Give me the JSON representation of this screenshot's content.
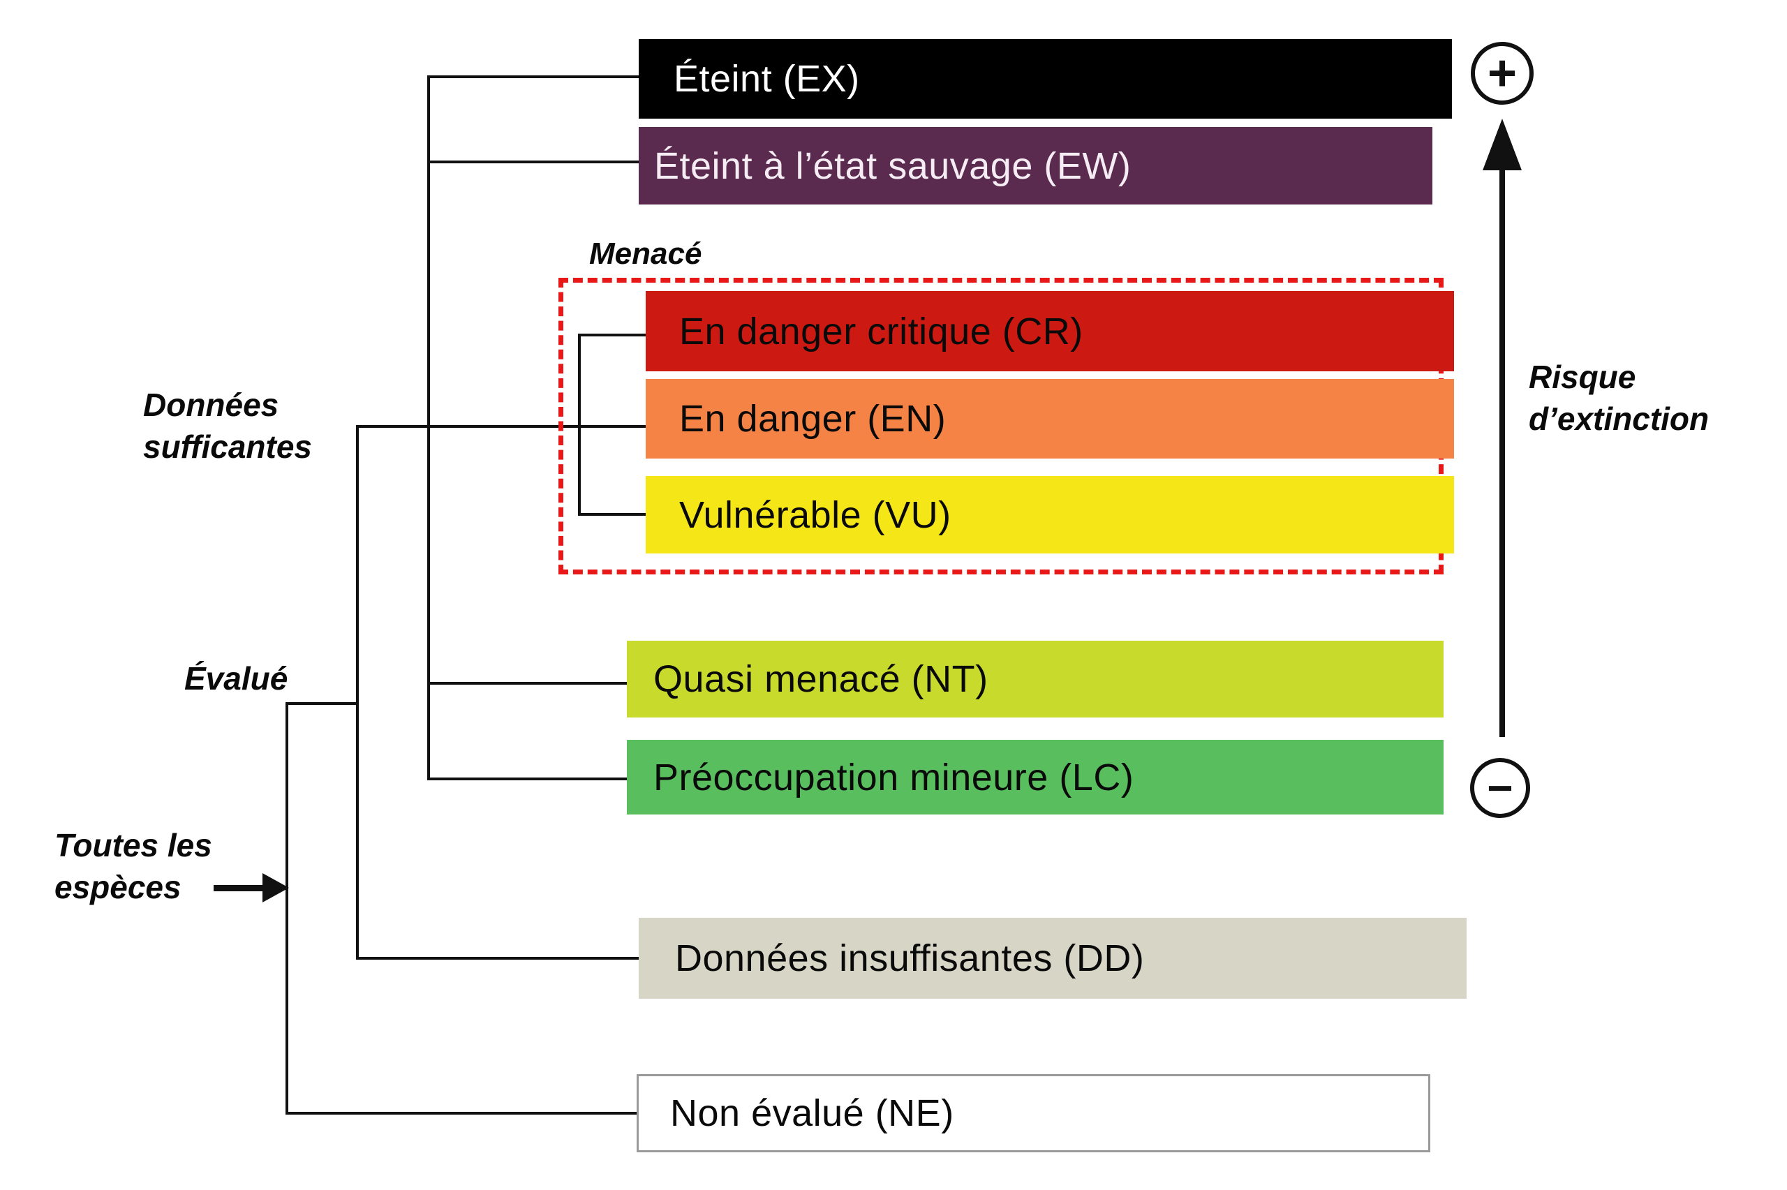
{
  "figure": {
    "background": "#ffffff",
    "line_color": "#111111",
    "threat_box": {
      "label": "Menacé",
      "border_color": "#e81818"
    },
    "tree_labels": {
      "data_sufficient_line1": "Données",
      "data_sufficient_line2": "sufficantes",
      "evaluated": "Évalué",
      "all_species_line1": "Toutes les",
      "all_species_line2": "espèces"
    },
    "axis": {
      "plus": "+",
      "minus": "−",
      "label_line1": "Risque",
      "label_line2": "d’extinction"
    },
    "categories": [
      {
        "code": "EX",
        "label": "Éteint (EX)",
        "bg": "#000000",
        "text_color": "#ffffff"
      },
      {
        "code": "EW",
        "label": "Éteint à l’état sauvage (EW)",
        "bg": "#5a2b4f",
        "text_color": "#f6edf4"
      },
      {
        "code": "CR",
        "label": "En danger critique (CR)",
        "bg": "#cc1a12",
        "text_color": "#0a0a0a"
      },
      {
        "code": "EN",
        "label": "En danger (EN)",
        "bg": "#f58345",
        "text_color": "#0a0a0a"
      },
      {
        "code": "VU",
        "label": "Vulnérable (VU)",
        "bg": "#f5e617",
        "text_color": "#0a0a0a"
      },
      {
        "code": "NT",
        "label": "Quasi menacé (NT)",
        "bg": "#c8da2c",
        "text_color": "#0a0a0a"
      },
      {
        "code": "LC",
        "label": "Préoccupation mineure (LC)",
        "bg": "#59bf5e",
        "text_color": "#0a0a0a"
      },
      {
        "code": "DD",
        "label": "Données insuffisantes (DD)",
        "bg": "#d6d5c6",
        "text_color": "#0a0a0a"
      },
      {
        "code": "NE",
        "label": "Non évalué (NE)",
        "bg": "#ffffff",
        "text_color": "#0a0a0a",
        "border_color": "#9a9a9a"
      }
    ]
  }
}
